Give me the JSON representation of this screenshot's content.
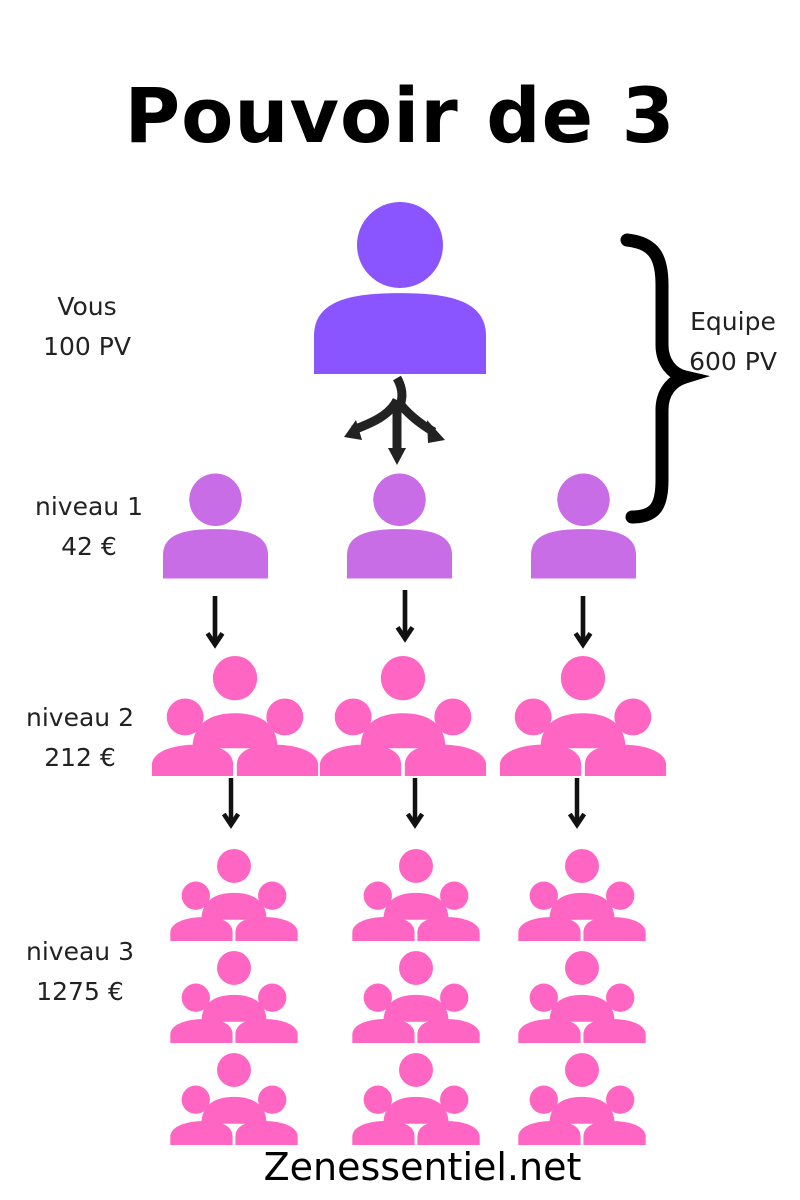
{
  "title": "Pouvoir de 3",
  "top": {
    "label_line1": "Vous",
    "label_line2": "100 PV"
  },
  "team": {
    "label_line1": "Equipe",
    "label_line2": "600 PV"
  },
  "levels": [
    {
      "label_line1": "niveau 1",
      "label_line2": "42 €"
    },
    {
      "label_line1": "niveau 2",
      "label_line2": "212 €"
    },
    {
      "label_line1": "niveau 3",
      "label_line2": "1275 €"
    }
  ],
  "footer": "Zenessentiel.net",
  "colors": {
    "top_person": "#8a55fe",
    "level1_person": "#c86de5",
    "level2_group": "#ff66c4",
    "level3_group": "#ff66c4",
    "arrows": "#111111",
    "brace": "#000000"
  },
  "icons": {
    "person": "person-icon",
    "group": "group-icon",
    "arrow": "arrow-down-icon",
    "brace": "curly-brace-icon"
  }
}
